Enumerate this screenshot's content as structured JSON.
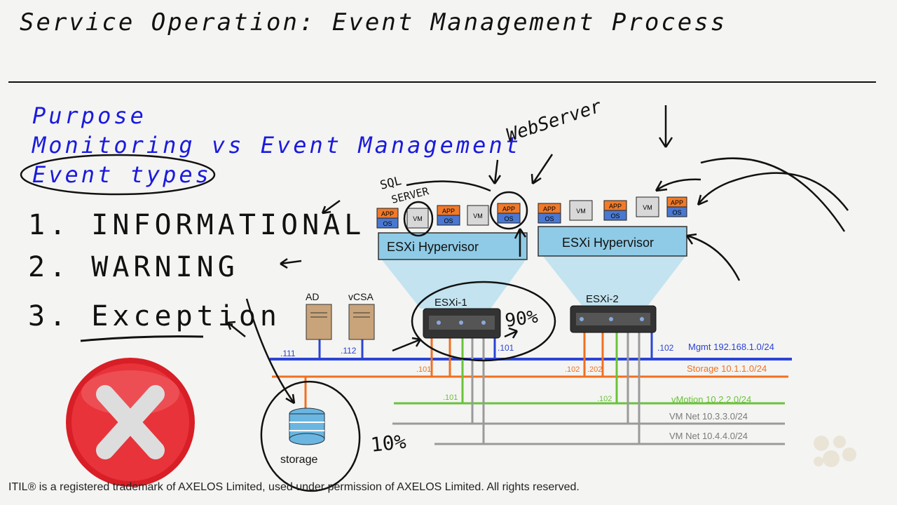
{
  "title": "Service Operation: Event Management Process",
  "topics": {
    "purpose": "Purpose",
    "monitoring": "Monitoring vs Event Management",
    "event_types": "Event types"
  },
  "event_list": {
    "item1": "1. INFORMATIONAL",
    "item2": "2. WARNING",
    "item3": "3. Exception"
  },
  "annotations": {
    "web_server": "WebServer",
    "sql_server_1": "SQL",
    "sql_server_2": "SERVER",
    "percent_90": "90%",
    "percent_10": "10%"
  },
  "diagram": {
    "hypervisor_label": "ESXi Hypervisor",
    "host1": "ESXi-1",
    "host2": "ESXi-2",
    "ad": "AD",
    "vcsa": "vCSA",
    "storage": "storage",
    "app_label": "APP",
    "os_label": "OS",
    "vm_label": "VM",
    "ip_111": ".111",
    "ip_112": ".112",
    "ip_101": ".101",
    "ip_102": ".102",
    "ip_202": ".202",
    "mgmt": "Mgmt 192.168.1.0/24",
    "storage_net": "Storage 10.1.1.0/24",
    "vmotion": "vMotion 10.2.2.0/24",
    "vm_net_1": "VM Net 10.3.3.0/24",
    "vm_net_2": "VM Net 10.4.4.0/24"
  },
  "colors": {
    "mgmt": "#2b44d6",
    "storage": "#f07020",
    "vmotion": "#6ac23a",
    "vm_net": "#9a9a9a",
    "hypervisor": "#8fcbe6",
    "app": "#f07a2a",
    "os": "#4a78d0",
    "error_red": "#d81e26"
  },
  "footer": "ITIL® is a registered trademark of AXELOS Limited, used under permission of AXELOS Limited. All rights reserved."
}
